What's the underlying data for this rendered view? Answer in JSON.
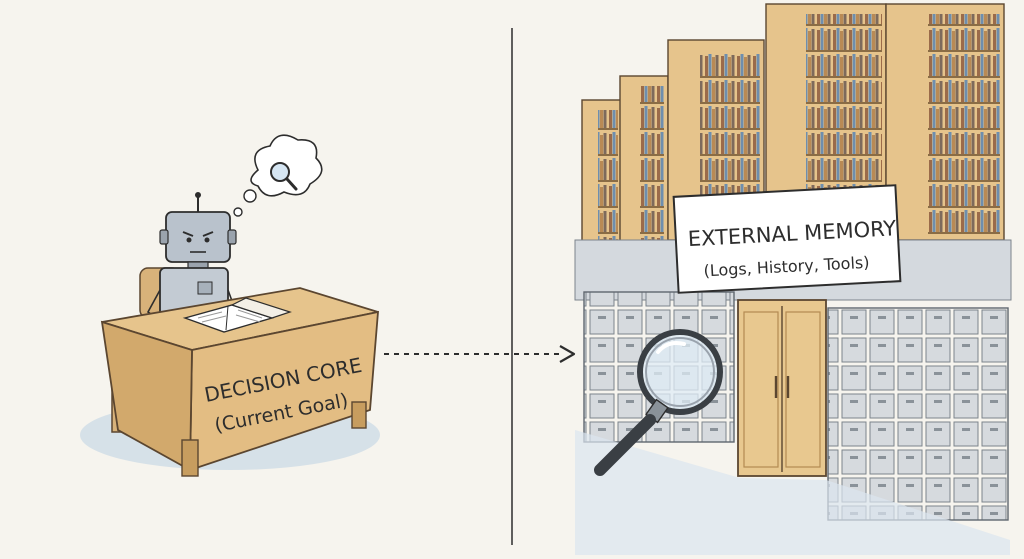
{
  "left": {
    "desk_title": "DECISION CORE",
    "desk_subtitle": "(Current Goal)",
    "thought_icon": "magnifier-icon"
  },
  "right": {
    "sign_title": "EXTERNAL MEMORY",
    "sign_subtitle": "(Logs, History, Tools)",
    "magnifier_icon": "magnifying-glass-icon"
  },
  "connector": {
    "style": "dashed-arrow"
  },
  "colors": {
    "paper": "#f6f4ee",
    "wood": "#e6c48c",
    "wood_dark": "#c79d5f",
    "robot": "#b9c2cc",
    "cabinet": "#c9ced4",
    "shadow_blue": "#b9cde0",
    "ink": "#2d2d2d"
  }
}
